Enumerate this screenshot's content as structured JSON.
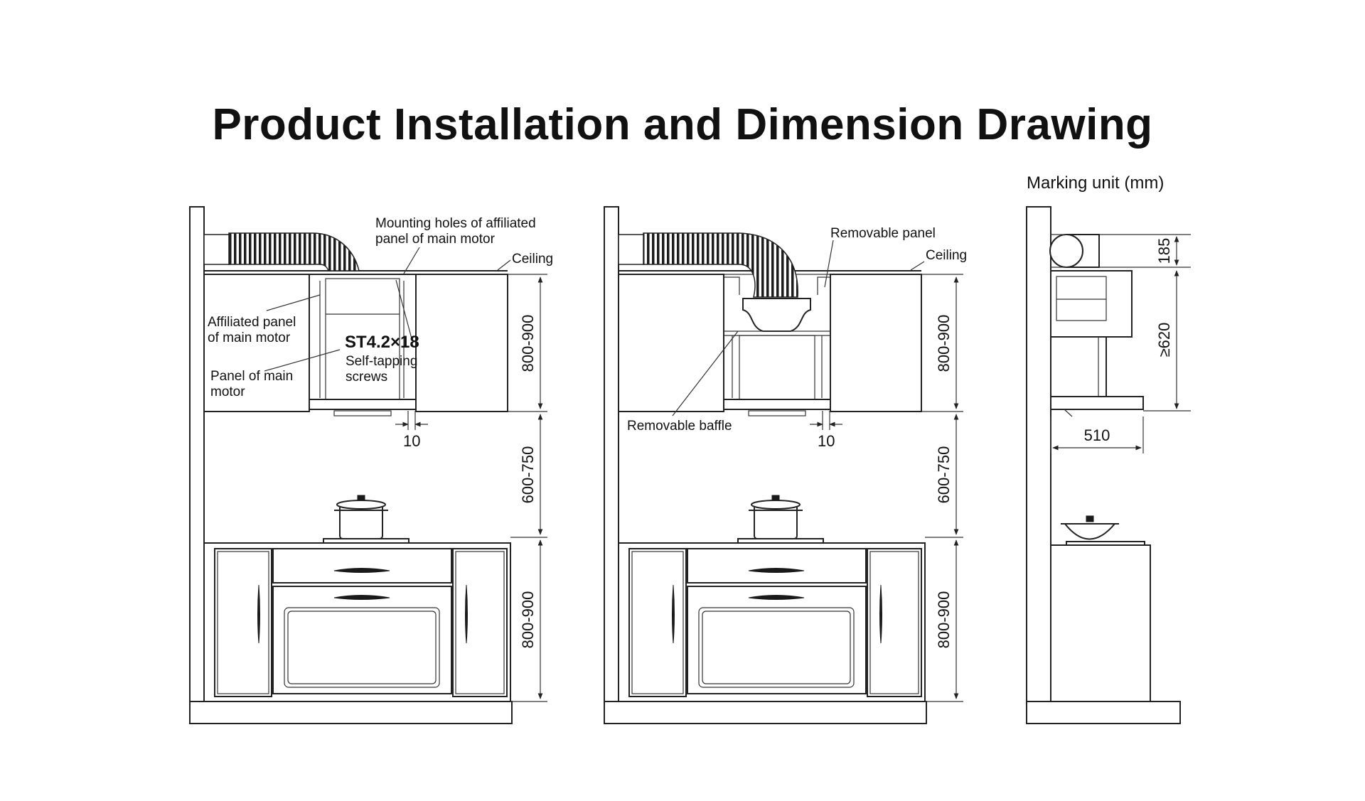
{
  "title": "Product Installation and Dimension Drawing",
  "unit_note": "Marking unit (mm)",
  "view_left": {
    "labels": {
      "mounting_holes_line1": "Mounting holes of affiliated",
      "mounting_holes_line2": "panel of main motor",
      "ceiling": "Ceiling",
      "affiliated_line1": "Affiliated panel",
      "affiliated_line2": "of main motor",
      "screw_spec": "ST4.2×18",
      "screw_line1": "Self-tapping",
      "screw_line2": "screws",
      "panel_line1": "Panel of main",
      "panel_line2": "motor"
    },
    "dims": {
      "upper": "800-900",
      "middle": "600-750",
      "lower": "800-900",
      "gap": "10"
    }
  },
  "view_middle": {
    "labels": {
      "removable_panel": "Removable panel",
      "ceiling": "Ceiling",
      "removable_baffle": "Removable baffle"
    },
    "dims": {
      "upper": "800-900",
      "middle": "600-750",
      "lower": "800-900",
      "gap": "10"
    }
  },
  "view_side": {
    "dims": {
      "duct": "185",
      "hood": "≥620",
      "depth": "510"
    }
  }
}
